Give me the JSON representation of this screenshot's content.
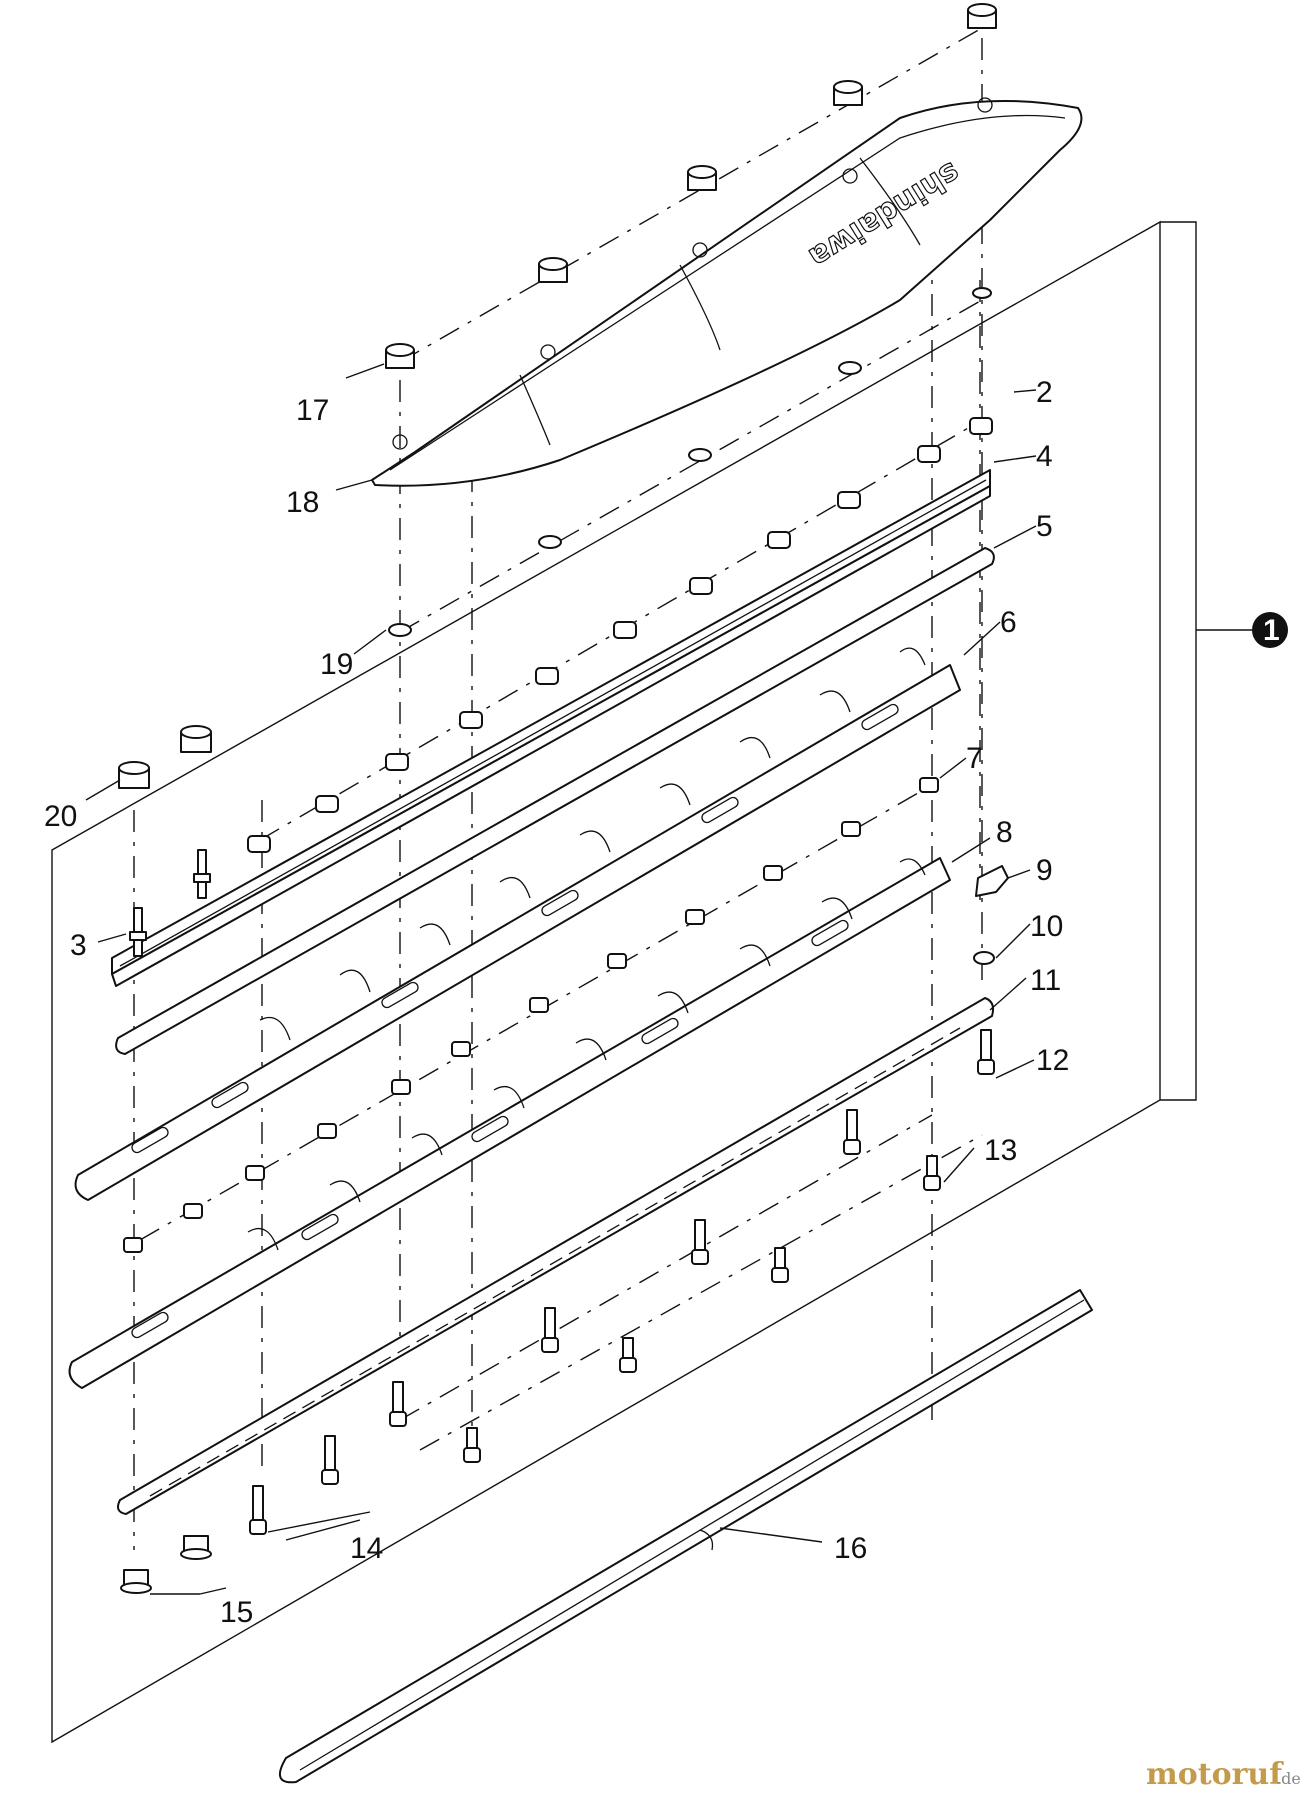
{
  "callouts": {
    "c1": "1",
    "c2": "2",
    "c3": "3",
    "c4": "4",
    "c5": "5",
    "c6": "6",
    "c7": "7",
    "c8": "8",
    "c9": "9",
    "c10": "10",
    "c11": "11",
    "c12": "12",
    "c13": "13",
    "c14": "14",
    "c15": "15",
    "c16": "16",
    "c17": "17",
    "c18": "18",
    "c19": "19",
    "c20": "20"
  },
  "brand_embossed": "shindaiwa",
  "watermark": {
    "main": "motoruf",
    "suffix": ".de"
  },
  "colors": {
    "line": "#111111",
    "watermark": "#c49a4b"
  }
}
